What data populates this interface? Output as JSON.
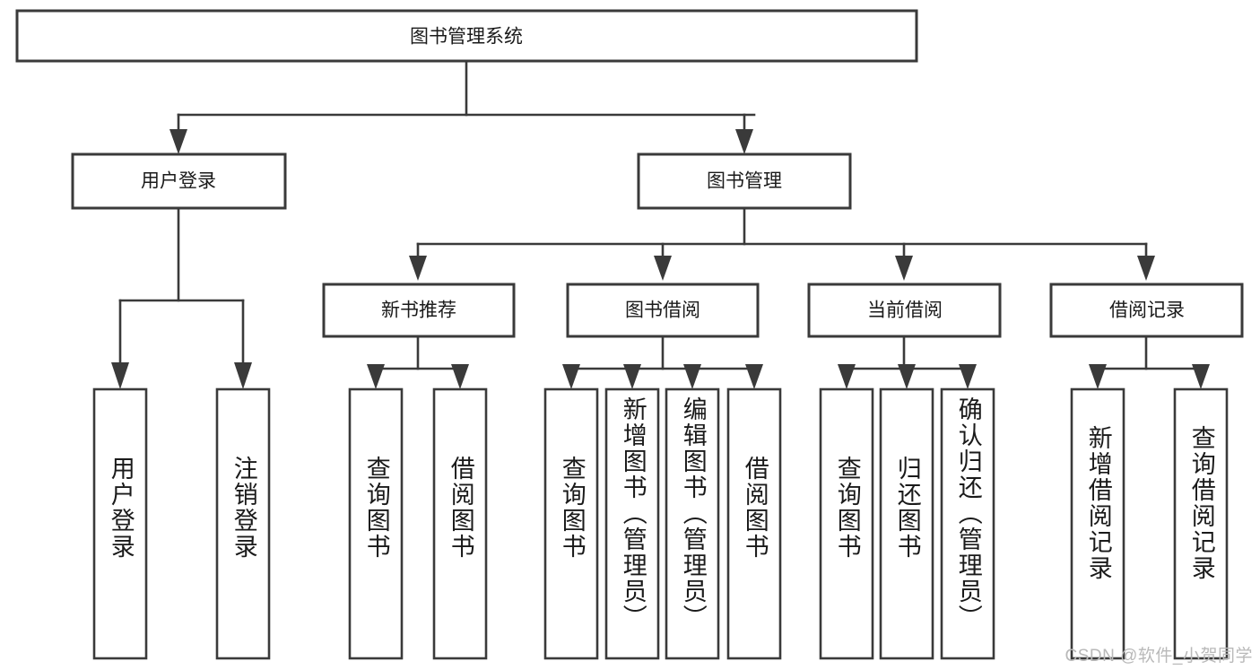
{
  "diagram": {
    "type": "tree-hierarchy-chart",
    "title": "图书管理系统",
    "colors": {
      "box_stroke": "#3a3a3a",
      "box_fill": "#ffffff",
      "connector": "#3a3a3a",
      "text": "#1a1a1a",
      "watermark": "#b9b9b9",
      "background": "#ffffff"
    },
    "root": {
      "label": "图书管理系统"
    },
    "level2": [
      {
        "label": "用户登录"
      },
      {
        "label": "图书管理"
      }
    ],
    "level3": [
      {
        "label": "新书推荐"
      },
      {
        "label": "图书借阅"
      },
      {
        "label": "当前借阅"
      },
      {
        "label": "借阅记录"
      }
    ],
    "leaves": {
      "user_login": [
        {
          "label": "用户登录"
        },
        {
          "label": "注销登录"
        }
      ],
      "new_book_recommend": [
        {
          "label": "查询图书"
        },
        {
          "label": "借阅图书"
        }
      ],
      "book_borrow": [
        {
          "label": "查询图书"
        },
        {
          "label": "新增图书（管理员）"
        },
        {
          "label": "编辑图书（管理员）"
        },
        {
          "label": "借阅图书"
        }
      ],
      "current_borrow": [
        {
          "label": "查询图书"
        },
        {
          "label": "归还图书"
        },
        {
          "label": "确认归还（管理员）"
        }
      ],
      "borrow_record": [
        {
          "label": "新增借阅记录"
        },
        {
          "label": "查询借阅记录"
        }
      ]
    },
    "watermark": "CSDN @软件_小贺同学"
  }
}
